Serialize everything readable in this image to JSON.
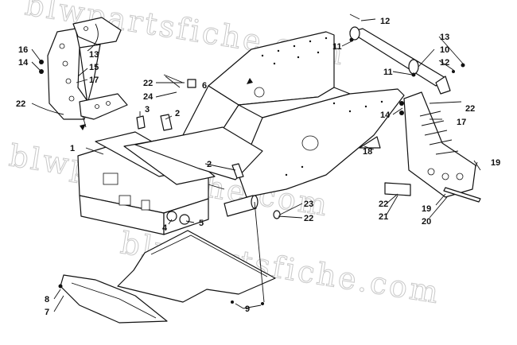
{
  "watermarks": [
    "blwpartsfiche.com",
    "blwpartsfiche.com",
    "blwpartsfiche.com"
  ],
  "callouts": [
    {
      "id": "c16",
      "text": "16"
    },
    {
      "id": "c14a",
      "text": "14"
    },
    {
      "id": "c13a",
      "text": "13"
    },
    {
      "id": "c15",
      "text": "15"
    },
    {
      "id": "c17a",
      "text": "17"
    },
    {
      "id": "c22a",
      "text": "22"
    },
    {
      "id": "c22b",
      "text": "22"
    },
    {
      "id": "c24",
      "text": "24"
    },
    {
      "id": "c6",
      "text": "6"
    },
    {
      "id": "c3",
      "text": "3"
    },
    {
      "id": "c2a",
      "text": "2"
    },
    {
      "id": "c1",
      "text": "1"
    },
    {
      "id": "c2b",
      "text": "2"
    },
    {
      "id": "c4",
      "text": "4"
    },
    {
      "id": "c5",
      "text": "5"
    },
    {
      "id": "c12a",
      "text": "12"
    },
    {
      "id": "c11a",
      "text": "11"
    },
    {
      "id": "c13b",
      "text": "13"
    },
    {
      "id": "c10",
      "text": "10"
    },
    {
      "id": "c12b",
      "text": "12"
    },
    {
      "id": "c11b",
      "text": "11"
    },
    {
      "id": "c22c",
      "text": "22"
    },
    {
      "id": "c14b",
      "text": "14"
    },
    {
      "id": "c17b",
      "text": "17"
    },
    {
      "id": "c18",
      "text": "18"
    },
    {
      "id": "c19a",
      "text": "19"
    },
    {
      "id": "c22d",
      "text": "22"
    },
    {
      "id": "c21",
      "text": "21"
    },
    {
      "id": "c19b",
      "text": "19"
    },
    {
      "id": "c20",
      "text": "20"
    },
    {
      "id": "c23",
      "text": "23"
    },
    {
      "id": "c22e",
      "text": "22"
    },
    {
      "id": "c8",
      "text": "8"
    },
    {
      "id": "c7",
      "text": "7"
    },
    {
      "id": "c9",
      "text": "9"
    }
  ]
}
